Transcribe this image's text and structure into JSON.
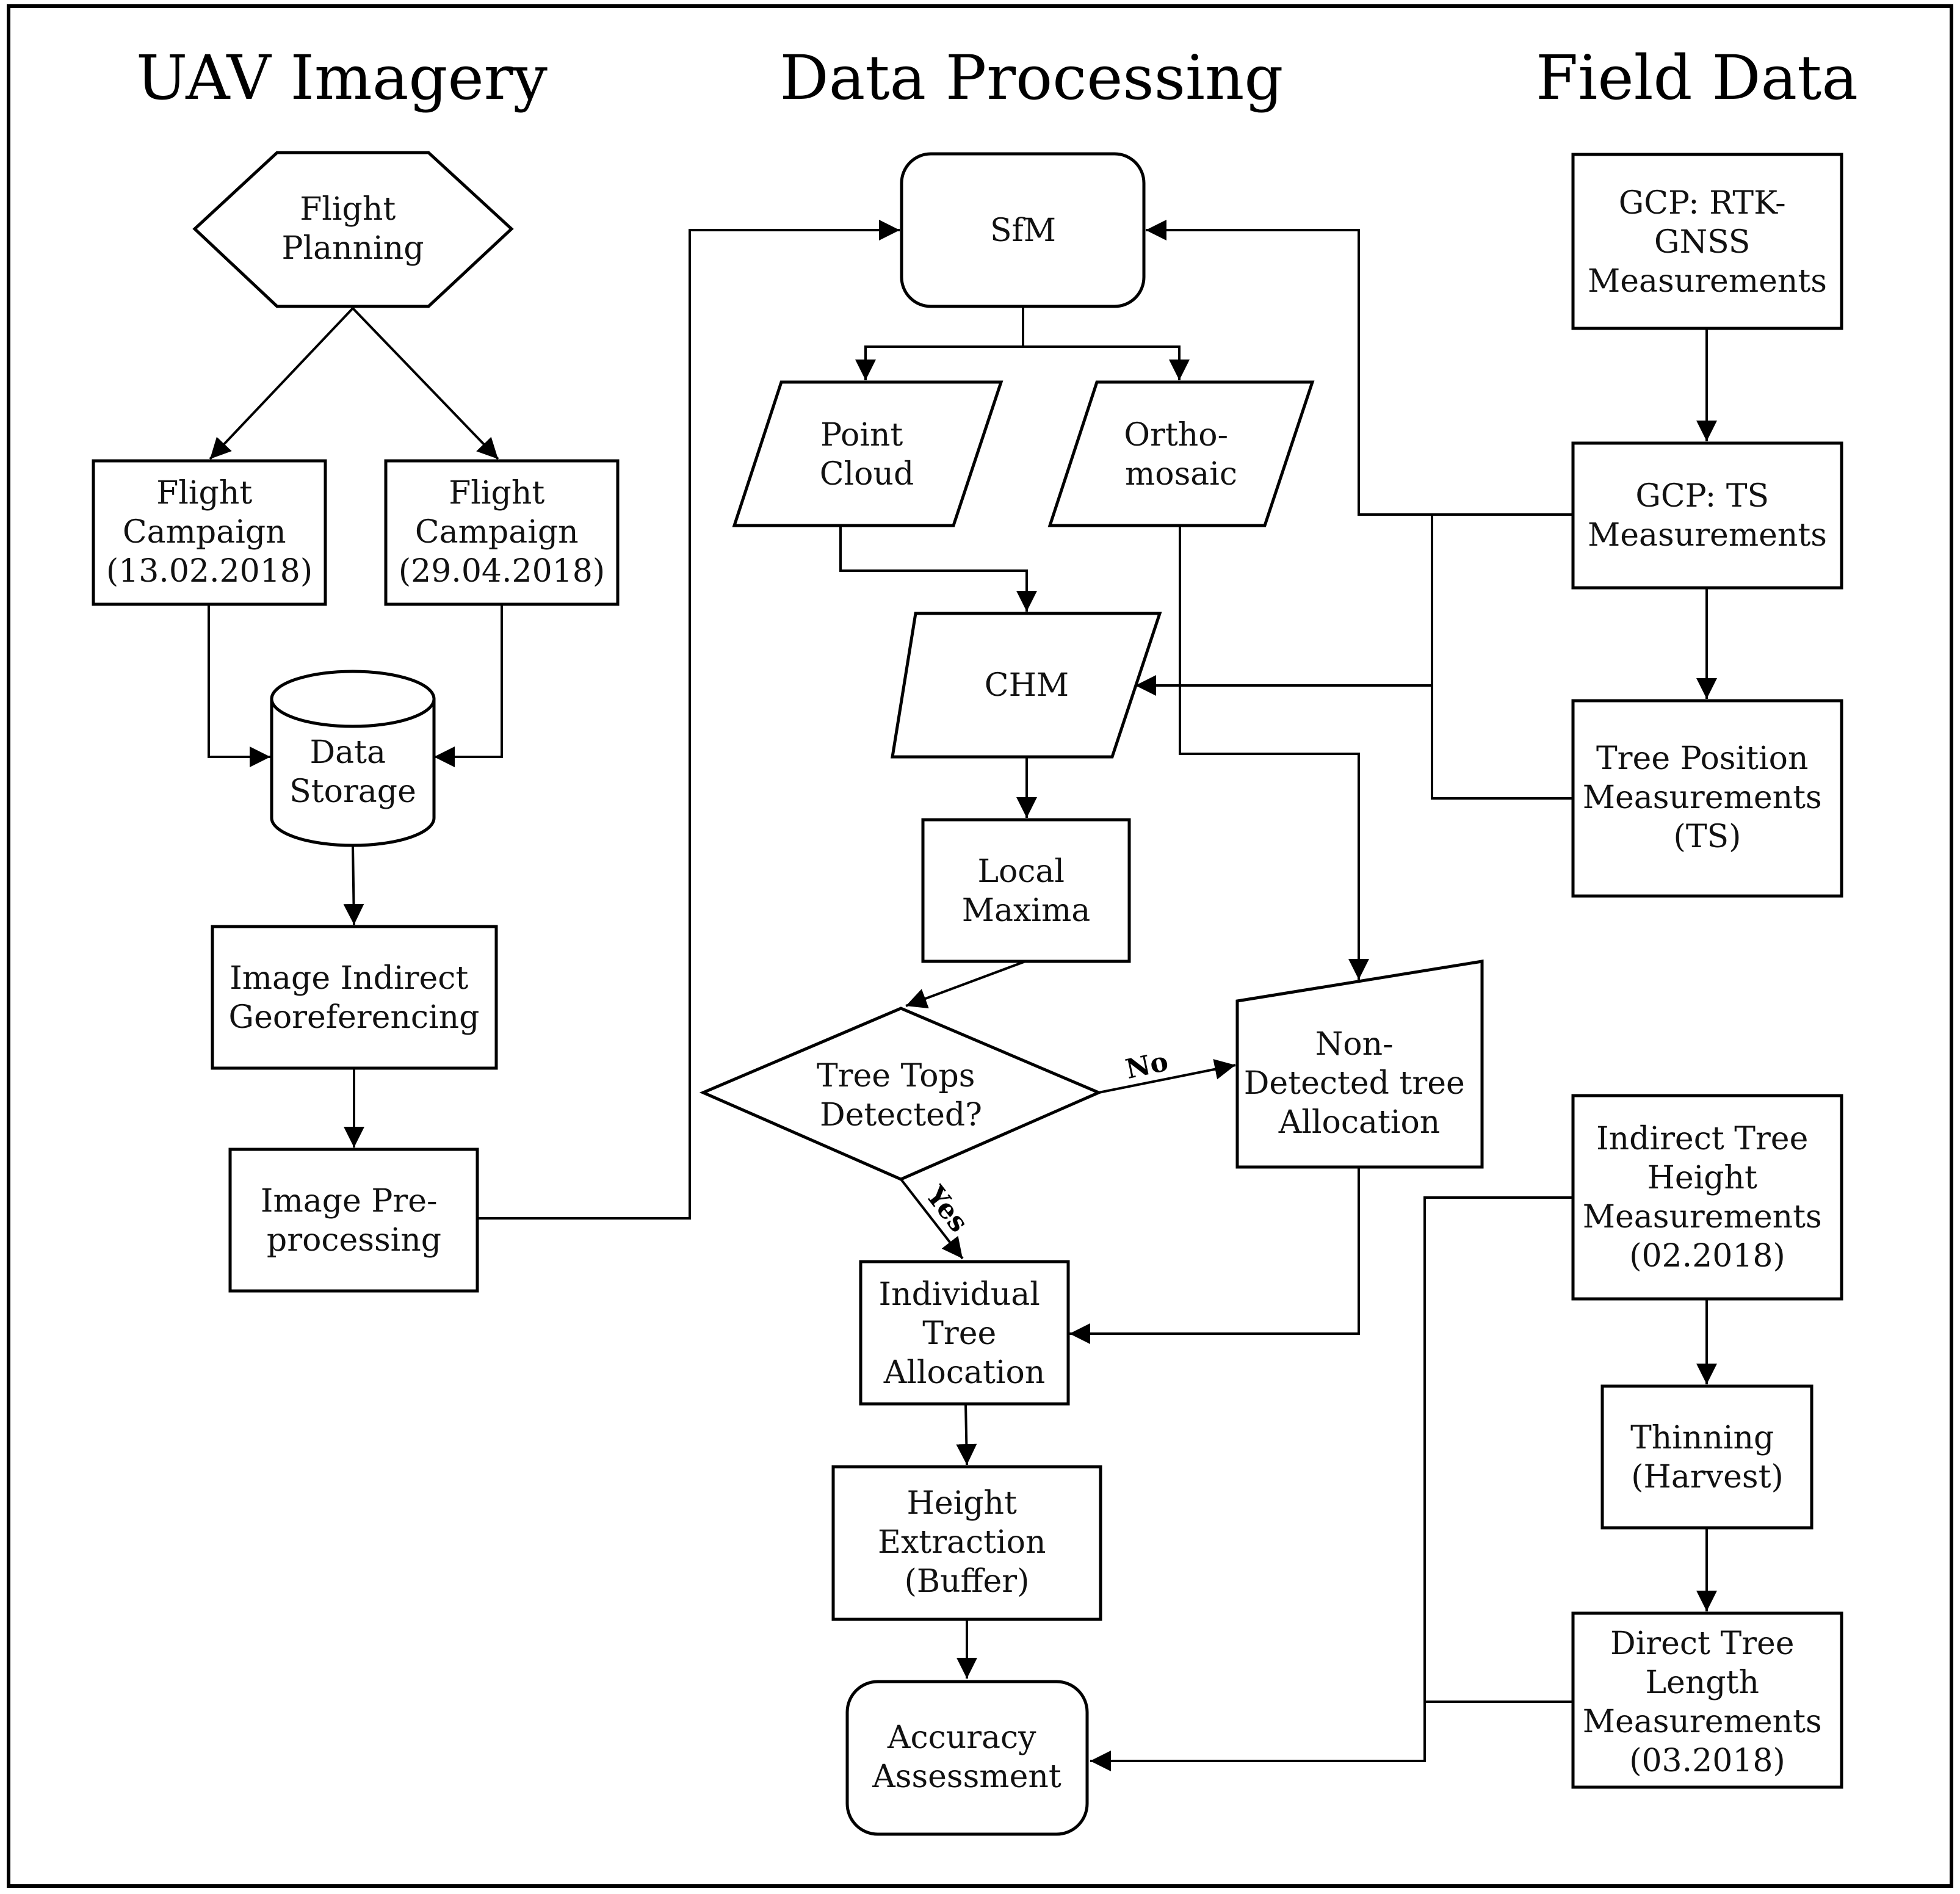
{
  "headers": {
    "uav": "UAV Imagery",
    "processing": "Data Processing",
    "field": "Field Data"
  },
  "nodes": {
    "flight_planning": [
      "Flight",
      "Planning"
    ],
    "campaign_1": [
      "Flight",
      "Campaign",
      "(13.02.2018)"
    ],
    "campaign_2": [
      "Flight",
      "Campaign",
      "(29.04.2018)"
    ],
    "data_storage": [
      "Data",
      "Storage"
    ],
    "image_georef": [
      "Image Indirect",
      "Georeferencing"
    ],
    "image_preprocessing": [
      "Image Pre-",
      "processing"
    ],
    "sfm": [
      "SfM"
    ],
    "point_cloud": [
      "Point",
      "Cloud"
    ],
    "orthomosaic": [
      "Ortho-",
      "mosaic"
    ],
    "chm": [
      "CHM"
    ],
    "local_maxima": [
      "Local",
      "Maxima"
    ],
    "tree_tops": [
      "Tree Tops",
      "Detected?"
    ],
    "non_detected": [
      "Non-",
      "Detected tree",
      "Allocation"
    ],
    "individual_tree": [
      "Individual",
      "Tree",
      "Allocation"
    ],
    "height_extraction": [
      "Height",
      "Extraction",
      "(Buffer)"
    ],
    "accuracy": [
      "Accuracy",
      "Assessment"
    ],
    "gcp_rtk": [
      "GCP: RTK-",
      "GNSS",
      "Measurements"
    ],
    "gcp_ts": [
      "GCP: TS",
      "Measurements"
    ],
    "tree_position": [
      "Tree Position",
      "Measurements",
      "(TS)"
    ],
    "indirect_height": [
      "Indirect Tree",
      "Height",
      "Measurements",
      "(02.2018)"
    ],
    "thinning": [
      "Thinning",
      "(Harvest)"
    ],
    "direct_length": [
      "Direct Tree",
      "Length",
      "Measurements",
      "(03.2018)"
    ]
  },
  "edge_labels": {
    "no": "No",
    "yes": "Yes"
  }
}
